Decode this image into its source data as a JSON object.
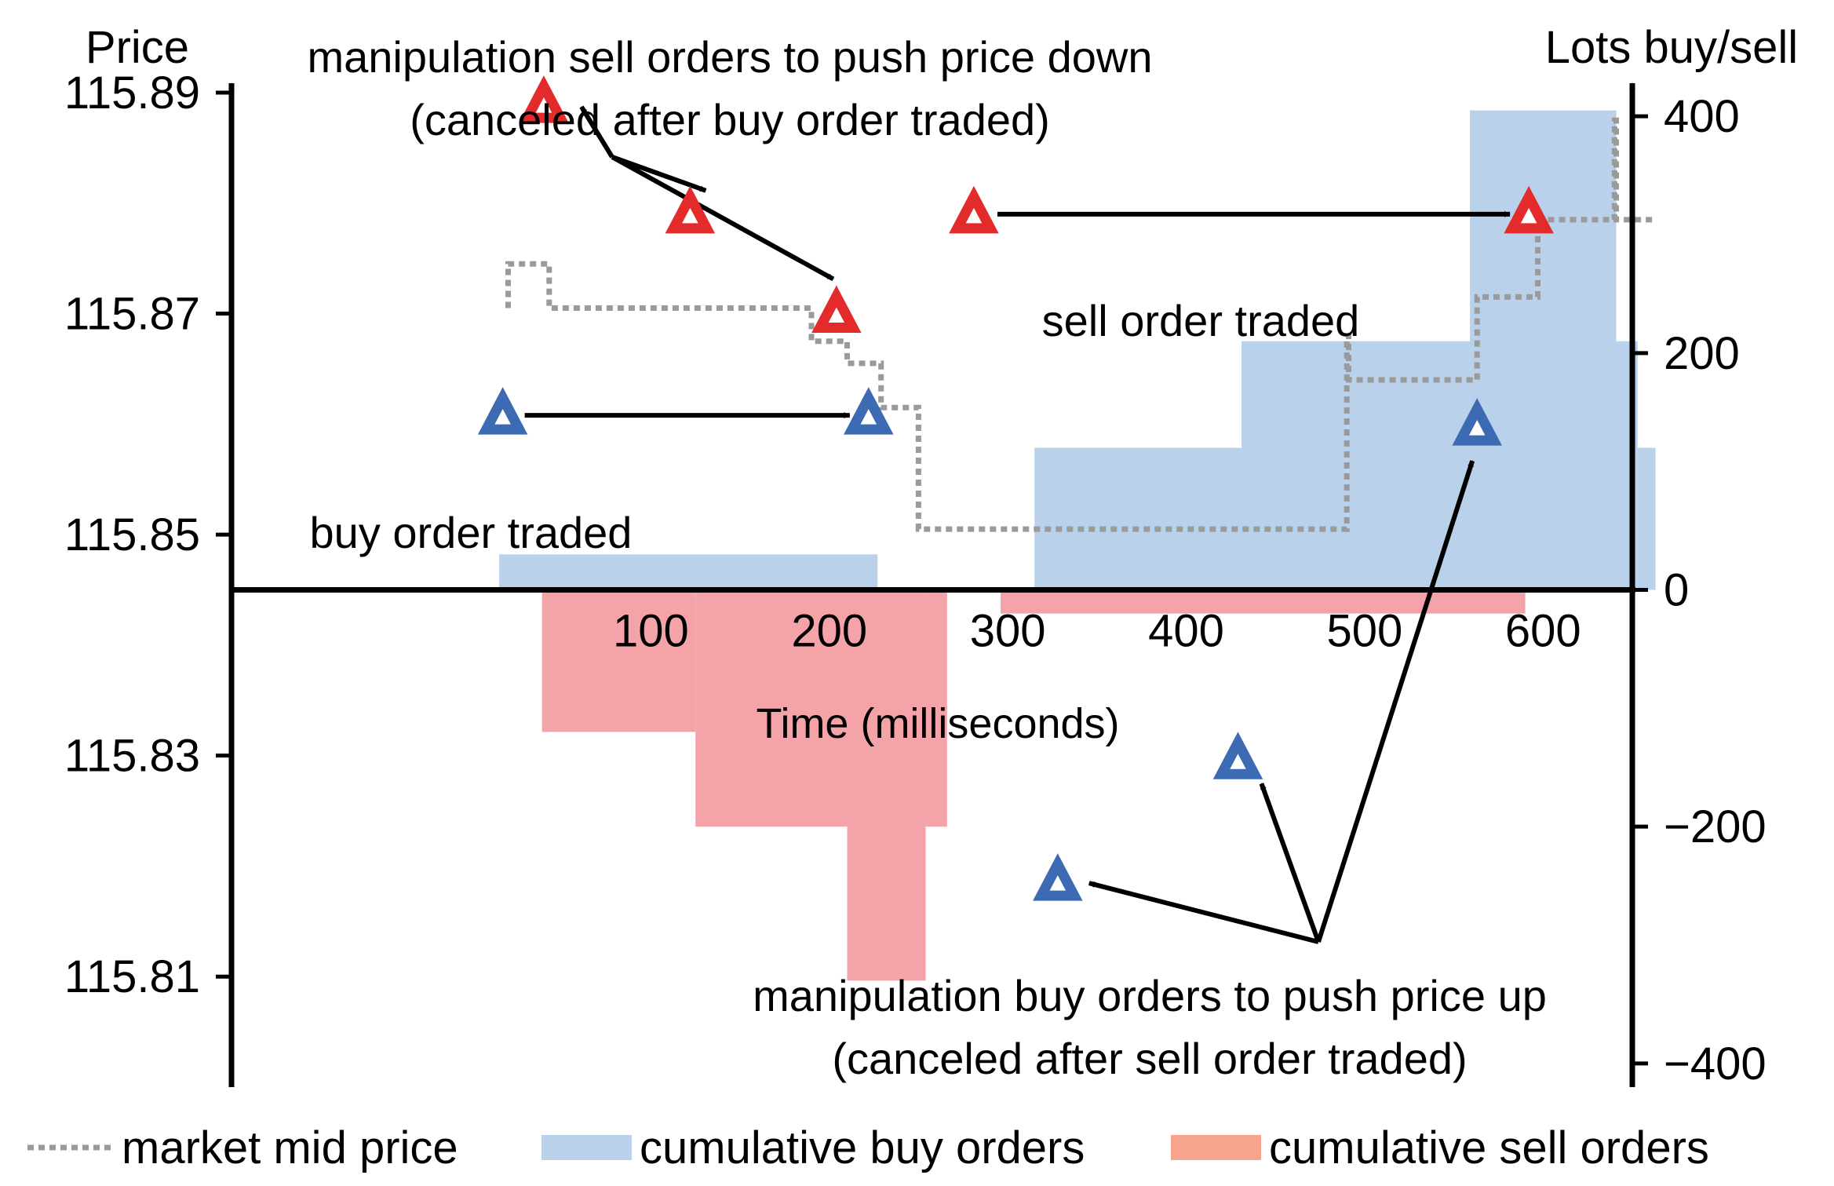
{
  "chart_data": {
    "type": "bar",
    "title": "",
    "xlabel": "Time (milliseconds)",
    "ylabel_left": "Price",
    "ylabel_right": "Lots buy/sell",
    "xlim": [
      -135,
      650
    ],
    "ylim_left": [
      115.8,
      115.89
    ],
    "ylim_right": [
      -420,
      420
    ],
    "x_ticks": [
      100,
      200,
      300,
      400,
      500,
      600
    ],
    "x_tick_labels": [
      "100",
      "200",
      "300",
      "400",
      "500",
      "600"
    ],
    "y_left_ticks": [
      115.89,
      115.87,
      115.85,
      115.83,
      115.81
    ],
    "y_left_tick_labels": [
      "115.89",
      "115.87",
      "115.85",
      "115.83",
      "115.81"
    ],
    "y_right_ticks": [
      400,
      200,
      0,
      -200,
      -400
    ],
    "y_right_tick_labels": [
      "400",
      "200",
      "0",
      "−200",
      "−400"
    ],
    "grid": false,
    "legend_position": "bottom",
    "colors": {
      "buy_bar": "#b9d1ea",
      "sell_bar": "#f4a4a9",
      "mid_price": "#9a9a9a",
      "sell_marker": "#e32b2b",
      "buy_marker": "#3d6bb3",
      "arrow": "#000000",
      "legend_sell_swatch": "#f6a48c"
    },
    "series": [
      {
        "name": "cumulative buy orders",
        "kind": "step-area",
        "axis": "right",
        "segments": [
          {
            "x0": 15,
            "x1": 227,
            "value": 30
          },
          {
            "x0": 315,
            "x1": 431,
            "value": 120
          },
          {
            "x0": 431,
            "x1": 559,
            "value": 210
          },
          {
            "x0": 559,
            "x1": 641,
            "value": 405
          },
          {
            "x0": 641,
            "x1": 653,
            "value": 210
          },
          {
            "x0": 653,
            "x1": 663,
            "value": 120
          }
        ]
      },
      {
        "name": "cumulative sell orders",
        "kind": "step-area",
        "axis": "right",
        "segments": [
          {
            "x0": 39,
            "x1": 125,
            "value": -120
          },
          {
            "x0": 125,
            "x1": 210,
            "value": -200
          },
          {
            "x0": 210,
            "x1": 254,
            "value": -330
          },
          {
            "x0": 254,
            "x1": 266,
            "value": -200
          },
          {
            "x0": 296,
            "x1": 590,
            "value": -20
          }
        ]
      },
      {
        "name": "market mid price",
        "kind": "step-line",
        "axis": "left",
        "points": [
          [
            20,
            115.8705
          ],
          [
            20,
            115.8745
          ],
          [
            43,
            115.8745
          ],
          [
            43,
            115.8705
          ],
          [
            190,
            115.8705
          ],
          [
            190,
            115.8675
          ],
          [
            210,
            115.8675
          ],
          [
            210,
            115.8655
          ],
          [
            229,
            115.8655
          ],
          [
            229,
            115.8615
          ],
          [
            250,
            115.8615
          ],
          [
            250,
            115.8505
          ],
          [
            490,
            115.8505
          ],
          [
            490,
            115.868
          ],
          [
            491,
            115.868
          ],
          [
            491,
            115.864
          ],
          [
            563,
            115.864
          ],
          [
            563,
            115.8715
          ],
          [
            597,
            115.8715
          ],
          [
            597,
            115.8785
          ],
          [
            640,
            115.8785
          ],
          [
            640,
            115.8875
          ],
          [
            641,
            115.8875
          ],
          [
            641,
            115.8785
          ],
          [
            663,
            115.8785
          ]
        ]
      },
      {
        "name": "manipulation sell orders",
        "kind": "marker",
        "axis": "left",
        "symbol": "triangle",
        "color": "#e32b2b",
        "points": [
          [
            40,
            115.889
          ],
          [
            122,
            115.879
          ],
          [
            204,
            115.87
          ],
          [
            281,
            115.879
          ],
          [
            592,
            115.879
          ]
        ]
      },
      {
        "name": "manipulation buy orders",
        "kind": "marker",
        "axis": "left",
        "symbol": "triangle",
        "color": "#3d6bb3",
        "points": [
          [
            17,
            115.8608
          ],
          [
            222,
            115.8608
          ],
          [
            328,
            115.8186
          ],
          [
            429,
            115.8296
          ],
          [
            563,
            115.8598
          ]
        ]
      }
    ],
    "annotations": [
      {
        "text": "manipulation sell orders to push price down"
      },
      {
        "text": "(canceled after buy order traded)"
      },
      {
        "text": "sell order traded"
      },
      {
        "text": "buy order traded"
      },
      {
        "text": "manipulation buy orders to push price up"
      },
      {
        "text": "(canceled after sell order traded)"
      }
    ],
    "legend": [
      {
        "label": "market mid price",
        "style": "dotted-line"
      },
      {
        "label": "cumulative buy orders",
        "style": "swatch-buy"
      },
      {
        "label": "cumulative sell orders",
        "style": "swatch-sell"
      }
    ]
  }
}
